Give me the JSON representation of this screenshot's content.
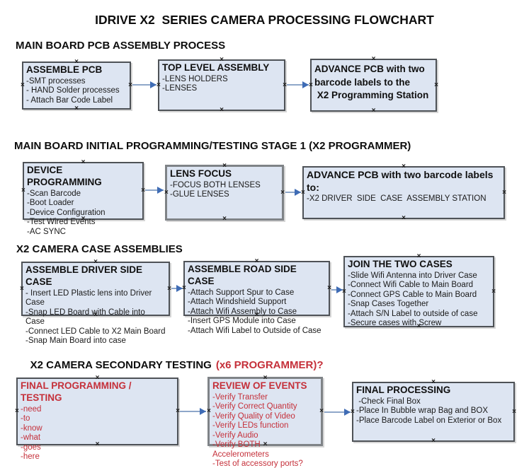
{
  "page_title": "IDRIVE X2  SERIES CAMERA PROCESSING FLOWCHART",
  "colors": {
    "box_fill": "#dde5f2",
    "box_border": "#4e5257",
    "gray_border": "#7f8387",
    "red_text": "#c5303a",
    "arrow_line": "#8ea7c9",
    "arrow_head": "#3f6cb5"
  },
  "sections": [
    {
      "heading": "MAIN BOARD PCB ASSEMBLY PROCESS",
      "boxes": [
        {
          "title": "ASSEMBLE PCB",
          "items": [
            "-SMT processes",
            "- HAND Solder processes",
            "- Attach Bar Code Label"
          ]
        },
        {
          "title": "TOP LEVEL ASSEMBLY",
          "items": [
            "-LENS HOLDERS",
            "-LENSES"
          ]
        },
        {
          "title": "ADVANCE PCB with two\nbarcode labels to the\n X2 Programming Station",
          "items": []
        }
      ]
    },
    {
      "heading": "MAIN BOARD INITIAL PROGRAMMING/TESTING STAGE 1 (X2 PROGRAMMER)",
      "boxes": [
        {
          "title": "DEVICE PROGRAMMING",
          "items": [
            "-Scan Barcode",
            "-Boot Loader",
            "-Device Configuration",
            "-Test Wired Events",
            "-AC SYNC"
          ]
        },
        {
          "title": "LENS FOCUS",
          "items": [
            "-FOCUS BOTH LENSES",
            "-GLUE LENSES"
          ]
        },
        {
          "title": "ADVANCE PCB with two barcode labels to:",
          "items": [
            "-X2 DRIVER  SIDE  CASE  ASSEMBLY STATION"
          ]
        }
      ]
    },
    {
      "heading": "X2 CAMERA CASE ASSEMBLIES",
      "boxes": [
        {
          "title": "ASSEMBLE DRIVER SIDE CASE",
          "items": [
            "- Insert LED Plastic lens into Driver Case",
            "-Snap LED Board with Cable into Case",
            "-Connect LED Cable to X2 Main Board",
            "-Snap Main Board into case"
          ]
        },
        {
          "title": "ASSEMBLE ROAD SIDE CASE",
          "items": [
            "-Attach Support Spur to Case",
            "-Attach Windshield Support",
            "-Attach Wifi Assembly to Case",
            "-Insert GPS Module into Case",
            "-Attach Wifi Label to Outside of Case"
          ]
        },
        {
          "title": "JOIN THE TWO CASES",
          "items": [
            "-Slide Wifi Antenna into Driver Case",
            "-Connect Wifi Cable to Main Board",
            "-Connect GPS Cable to Main Board",
            "-Snap Cases Together",
            "-Attach S/N Label to outside of case",
            "-Secure cases with Screw"
          ]
        }
      ]
    },
    {
      "heading": "X2 CAMERA SECONDARY TESTING",
      "heading_suffix": "(x6 PROGRAMMER)?",
      "boxes": [
        {
          "title": "FINAL PROGRAMMING / TESTING",
          "items": [
            "-need",
            "-to",
            "-know",
            "-what",
            "-goes",
            "-here"
          ]
        },
        {
          "title": "REVIEW OF EVENTS",
          "items": [
            "-Verify Transfer",
            "-Verify Correct Quantity",
            "-Verify Quality of Video",
            "-Verify LEDs function",
            "-Verify Audio",
            "-Verify BOTH Accelerometers",
            "-Test of accessory ports?"
          ]
        },
        {
          "title": "FINAL PROCESSING",
          "items": [
            " -Check Final Box",
            "-Place In Bubble wrap Bag and BOX",
            "-Place Barcode Label on Exterior or Box"
          ]
        }
      ]
    }
  ]
}
